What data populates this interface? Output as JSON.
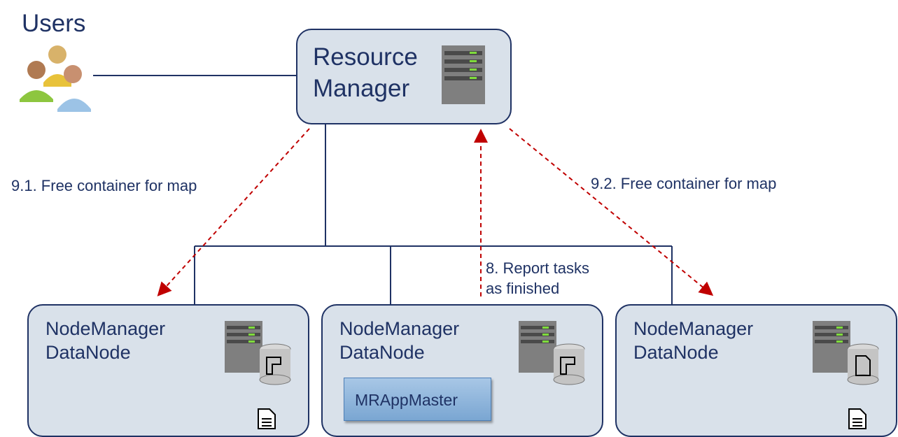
{
  "users": {
    "title": "Users"
  },
  "resource_manager": {
    "title": "Resource\nManager"
  },
  "nodes": [
    {
      "title": "NodeManager\nDataNode"
    },
    {
      "title": "NodeManager\nDataNode",
      "app_master": "MRAppMaster"
    },
    {
      "title": "NodeManager\nDataNode"
    }
  ],
  "arrows": {
    "left": "9.1. Free container for map",
    "right": "9.2. Free container for map",
    "report": "8. Report tasks\n as finished"
  },
  "colors": {
    "line": "#1f3264",
    "arrow": "#c00000",
    "box_fill": "#d9e1ea"
  }
}
